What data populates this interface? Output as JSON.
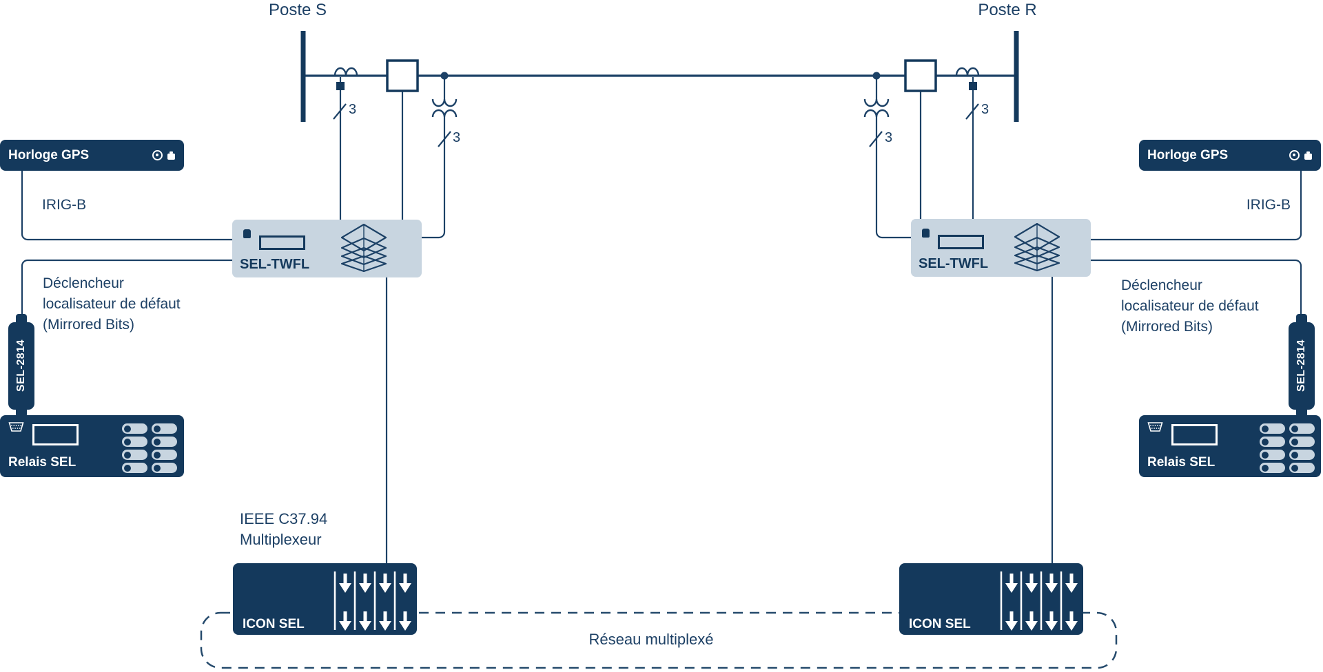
{
  "diagram": {
    "network_label": "Réseau multiplexé",
    "left": {
      "station_title": "Poste S",
      "gps_label": "Horloge GPS",
      "irig_label": "IRIG-B",
      "ct_count": "3",
      "vt_count": "3",
      "fault_locator_lines": [
        "Déclencheur",
        "localisateur de défaut",
        "(Mirrored Bits)"
      ],
      "twfl_label": "SEL-TWFL",
      "transceiver_label": "SEL-2814",
      "relay_label": "Relais SEL",
      "mux_caption_lines": [
        "IEEE C37.94",
        "Multiplexeur"
      ],
      "mux_label": "ICON SEL"
    },
    "right": {
      "station_title": "Poste R",
      "gps_label": "Horloge GPS",
      "irig_label": "IRIG-B",
      "ct_count": "3",
      "vt_count": "3",
      "fault_locator_lines": [
        "Déclencheur",
        "localisateur de défaut",
        "(Mirrored Bits)"
      ],
      "twfl_label": "SEL-TWFL",
      "transceiver_label": "SEL-2814",
      "relay_label": "Relais SEL",
      "mux_label": "ICON SEL"
    },
    "colors": {
      "navy": "#14395c",
      "panel": "#c8d5e0",
      "line": "#1c4166",
      "text": "#1d4065"
    }
  }
}
